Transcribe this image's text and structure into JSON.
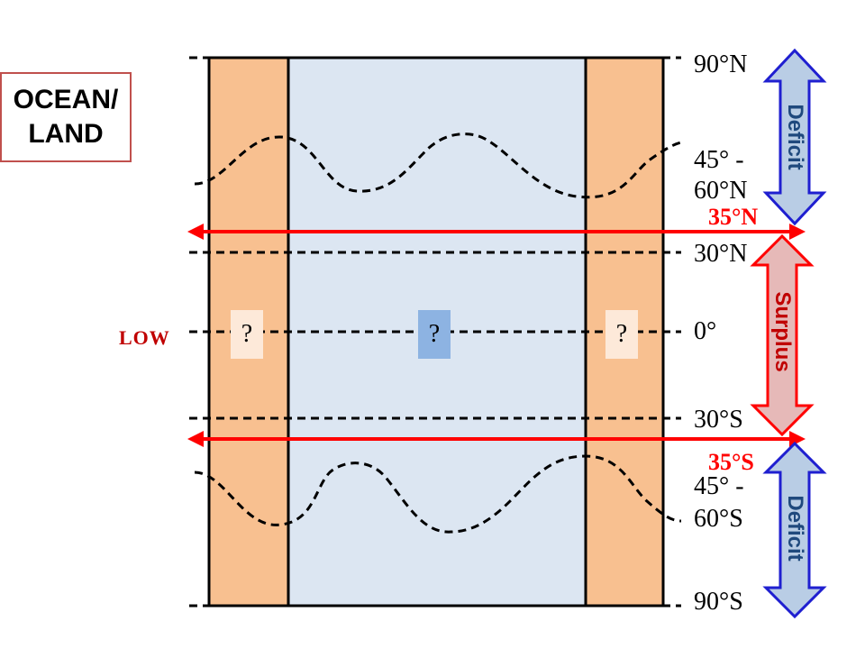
{
  "box_label": {
    "line1": "OCEAN/",
    "line2": "LAND"
  },
  "latitudes": {
    "n90": "90°N",
    "n45_line1": "45° -",
    "n45_line2": "60°N",
    "n30": "30°N",
    "eq": "0°",
    "s30": "30°S",
    "s45_line1": "45° -",
    "s45_line2": "60°S",
    "s90": "90°S"
  },
  "red_latitudes": {
    "n35": "35°N",
    "s35": "35°S"
  },
  "low_label": "LOW",
  "question_boxes": [
    "?",
    "?",
    "?"
  ],
  "arrows": {
    "top": "Deficit",
    "middle": "Surplus",
    "bottom": "Deficit"
  },
  "colors": {
    "land": "#f8c090",
    "ocean": "#dce6f2",
    "question_land": "#fde9d9",
    "question_ocean": "#8db3e2",
    "deficit_fill": "#b9cde5",
    "deficit_stroke": "#1f1fd0",
    "deficit_text": "#1f497d",
    "surplus_fill": "#e6b9b8",
    "surplus_stroke": "#ff0000",
    "surplus_text": "#c00000",
    "red_line": "#ff0000"
  }
}
